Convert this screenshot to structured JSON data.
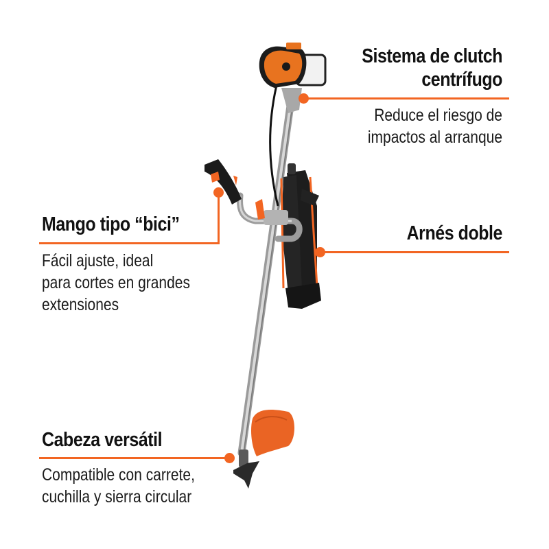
{
  "accent_color": "#f26522",
  "product": {
    "name": "brush-cutter",
    "parts": [
      "engine",
      "shaft",
      "bike-handle",
      "double-harness",
      "cutting-head",
      "guard"
    ]
  },
  "callouts": [
    {
      "id": "clutch",
      "title_lines": [
        "Sistema de clutch",
        "centrífugo"
      ],
      "description_lines": [
        "Reduce el riesgo de",
        "impactos al arranque"
      ]
    },
    {
      "id": "handle",
      "title_lines": [
        "Mango tipo “bici”"
      ],
      "description_lines": [
        "Fácil ajuste, ideal",
        "para cortes en grandes",
        "extensiones"
      ]
    },
    {
      "id": "harness",
      "title_lines": [
        "Arnés doble"
      ],
      "description_lines": []
    },
    {
      "id": "head",
      "title_lines": [
        "Cabeza versátil"
      ],
      "description_lines": [
        "Compatible con carrete,",
        "cuchilla y sierra circular"
      ]
    }
  ]
}
